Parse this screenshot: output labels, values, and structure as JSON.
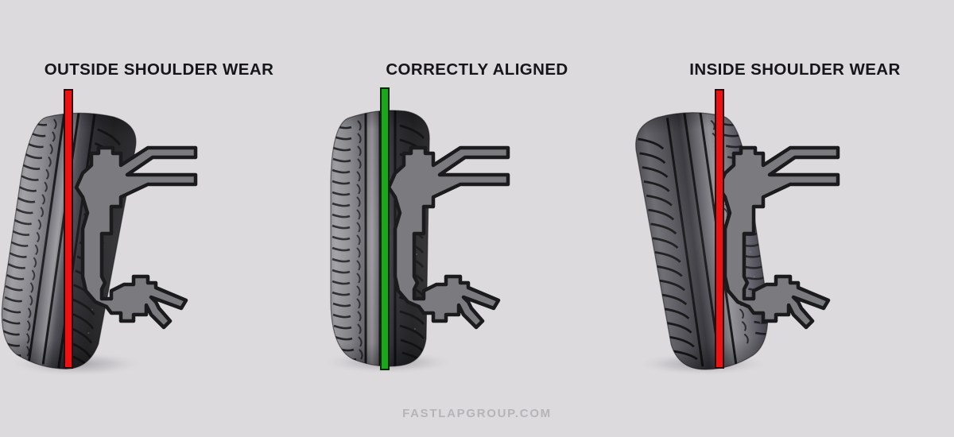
{
  "background_color": "#dcdadd",
  "watermark": {
    "text": "FASTLAPGROUP.COM",
    "color": "#b6b4b8"
  },
  "colors": {
    "misaligned_line": "#ee1111",
    "aligned_line": "#1ea51e",
    "title_text": "#16161a",
    "suspension_fill": "#7b7a7e",
    "suspension_stroke": "#1b1b1d",
    "tire_dark": "#232326",
    "tire_light": "#9b9a9e"
  },
  "panels": [
    {
      "id": "outside-shoulder-wear",
      "title": "OUTSIDE SHOULDER WEAR",
      "line_color": "#ee1111",
      "line_state": "misaligned",
      "camber": "positive",
      "tilt_degrees": 7,
      "wear_side": "outside"
    },
    {
      "id": "correctly-aligned",
      "title": "CORRECTLY ALIGNED",
      "line_color": "#1ea51e",
      "line_state": "aligned",
      "camber": "neutral",
      "tilt_degrees": 0,
      "wear_side": "none"
    },
    {
      "id": "inside-shoulder-wear",
      "title": "INSIDE SHOULDER WEAR",
      "line_color": "#ee1111",
      "line_state": "misaligned",
      "camber": "negative",
      "tilt_degrees": -7,
      "wear_side": "inside"
    }
  ]
}
